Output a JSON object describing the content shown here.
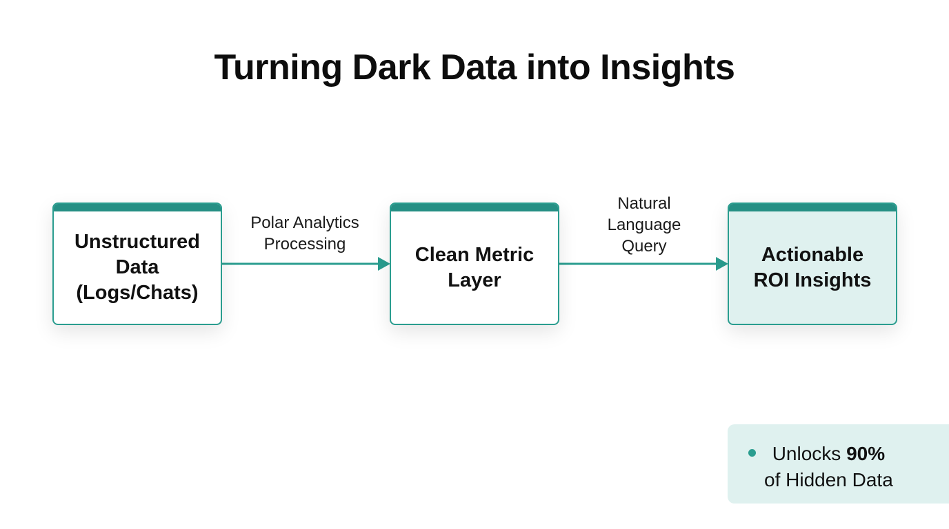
{
  "title": "Turning Dark Data into Insights",
  "nodes": [
    {
      "lines": [
        "Unstructured",
        "Data",
        "(Logs/Chats)"
      ]
    },
    {
      "lines": [
        "Clean Metric",
        "Layer"
      ]
    },
    {
      "lines": [
        "Actionable",
        "ROI Insights"
      ]
    }
  ],
  "edges": [
    {
      "lines": [
        "Polar Analytics",
        "Processing"
      ]
    },
    {
      "lines": [
        "Natural",
        "Language",
        "Query"
      ]
    }
  ],
  "callout": {
    "prefix": "Unlocks ",
    "highlight": "90%",
    "suffix": "of Hidden Data"
  },
  "colors": {
    "accent": "#2a9d8f",
    "accent_dark": "#258f84",
    "highlight_fill": "#dff1ef",
    "text": "#111111"
  }
}
